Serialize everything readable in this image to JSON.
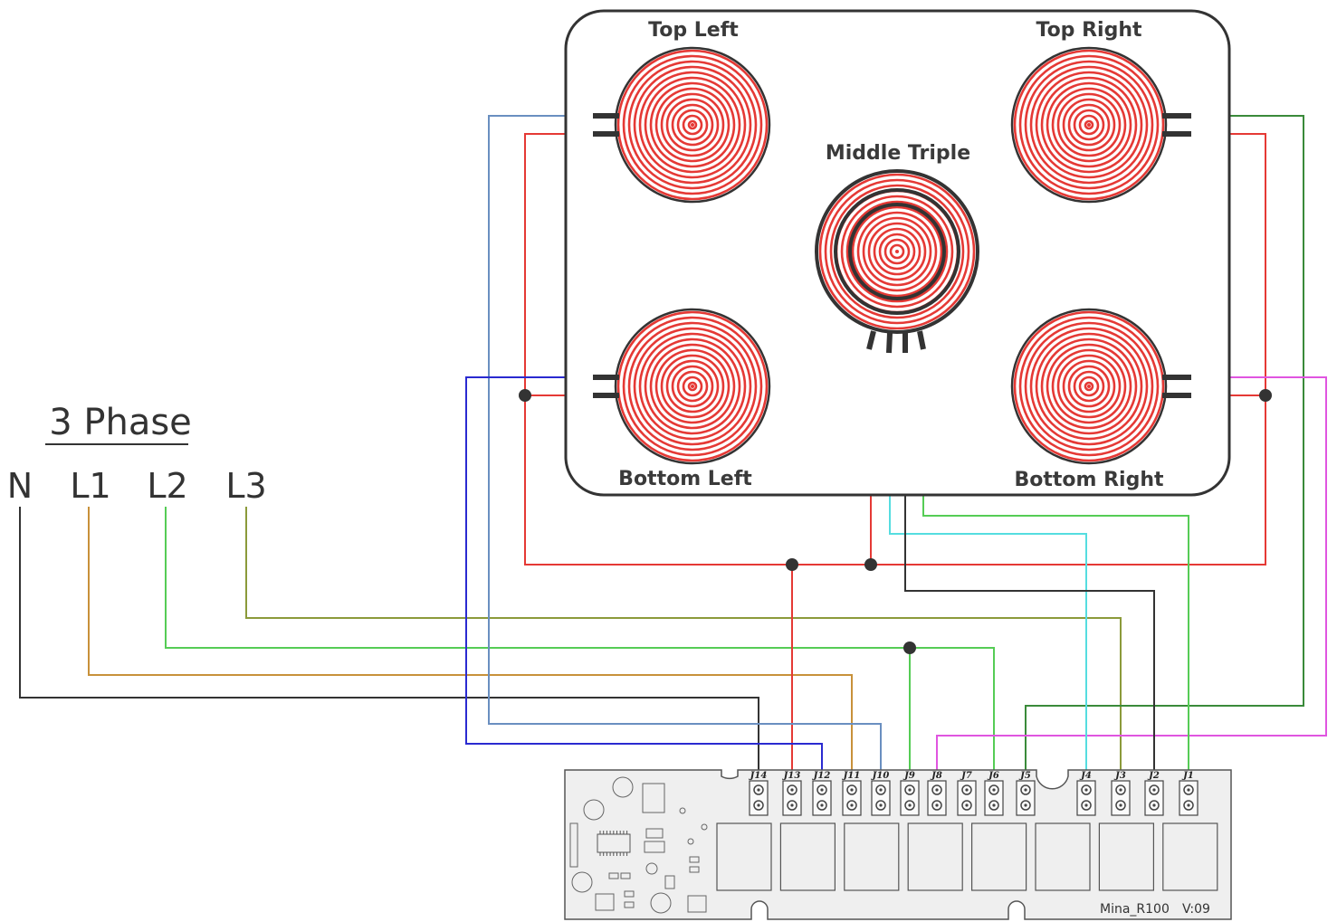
{
  "phase": {
    "title": "3 Phase",
    "terminals": [
      {
        "id": "N",
        "label": "N"
      },
      {
        "id": "L1",
        "label": "L1"
      },
      {
        "id": "L2",
        "label": "L2"
      },
      {
        "id": "L3",
        "label": "L3"
      }
    ]
  },
  "cooktop": {
    "zones": [
      {
        "id": "top-left",
        "label": "Top Left"
      },
      {
        "id": "top-right",
        "label": "Top Right"
      },
      {
        "id": "middle-triple",
        "label": "Middle Triple"
      },
      {
        "id": "bottom-left",
        "label": "Bottom Left"
      },
      {
        "id": "bottom-right",
        "label": "Bottom Right"
      }
    ]
  },
  "board": {
    "model": "Mina_R100",
    "version": "V:09",
    "connectors": [
      "J14",
      "J13",
      "J12",
      "J11",
      "J10",
      "J9",
      "J8",
      "J7",
      "J6",
      "J5",
      "J4",
      "J3",
      "J2",
      "J1"
    ]
  },
  "colors": {
    "neutral": "#333333",
    "l1": "#c8913a",
    "l2": "#55cc55",
    "l3": "#8b9a3a",
    "red": "#e53935",
    "steelblue": "#6a8fc0",
    "blue": "#2a2ad0",
    "cyan": "#55dde0",
    "green": "#55cc55",
    "darkgreen": "#3a8a3a",
    "magenta": "#e055e0",
    "darkgray": "#333333"
  }
}
